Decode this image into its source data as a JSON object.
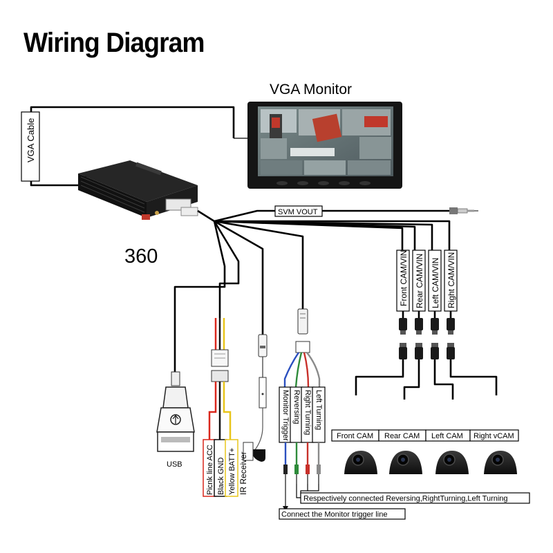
{
  "title": "Wiring Diagram",
  "monitor_label": "VGA Monitor",
  "vga_cable_label": "VGA Cable",
  "dvr_label": "360",
  "svm_vout_label": "SVM VOUT",
  "cam_inputs": [
    "Front CAM/VIN",
    "Rear CAM/VIN",
    "Left CAM/VIN",
    "Right CAM/VIN"
  ],
  "cam_outputs": [
    "Front CAM",
    "Rear CAM",
    "Left CAM",
    "Right vCAM"
  ],
  "usb_label": "USB",
  "power_labels": [
    "Picnk line ACC",
    "Black GND",
    "Yellow BATT+"
  ],
  "ir_label": "IR Receiver",
  "trigger_labels": [
    "Monitor Trigger",
    "Reversing",
    "Right Turning",
    "Left Turning"
  ],
  "note_connected": "Respectively connected Reversing,RightTurning,Left  Turning",
  "note_monitor": "Connect the Monitor trigger line",
  "colors": {
    "power_red": "#d9271c",
    "power_yellow": "#e8c51a",
    "trigger_green": "#2e8b3a",
    "trigger_red": "#c8302a",
    "trigger_gray": "#8a8a8a",
    "trigger_blue": "#2a4fbf"
  }
}
